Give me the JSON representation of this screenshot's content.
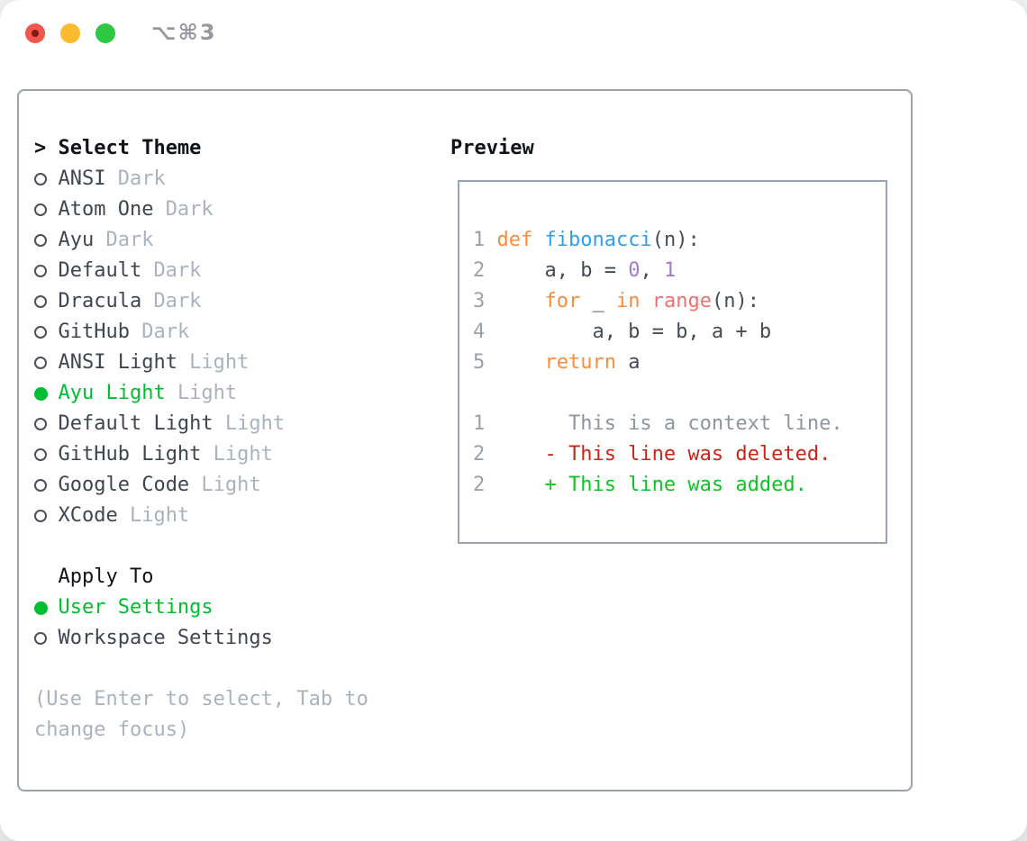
{
  "window": {
    "title": "⌥⌘3",
    "traffic_lights": [
      {
        "name": "close",
        "color": "#f4564e",
        "has_dot": true
      },
      {
        "name": "minimize",
        "color": "#fcbb2e",
        "has_dot": false
      },
      {
        "name": "zoom",
        "color": "#2fc842",
        "has_dot": false
      }
    ]
  },
  "theme_panel": {
    "prompt": ">",
    "header": "Select Theme",
    "themes": [
      {
        "name": "ANSI",
        "tag": "Dark",
        "selected": false
      },
      {
        "name": "Atom One",
        "tag": "Dark",
        "selected": false
      },
      {
        "name": "Ayu",
        "tag": "Dark",
        "selected": false
      },
      {
        "name": "Default",
        "tag": "Dark",
        "selected": false
      },
      {
        "name": "Dracula",
        "tag": "Dark",
        "selected": false
      },
      {
        "name": "GitHub",
        "tag": "Dark",
        "selected": false
      },
      {
        "name": "ANSI Light",
        "tag": "Light",
        "selected": false
      },
      {
        "name": "Ayu Light",
        "tag": "Light",
        "selected": true
      },
      {
        "name": "Default Light",
        "tag": "Light",
        "selected": false
      },
      {
        "name": "GitHub Light",
        "tag": "Light",
        "selected": false
      },
      {
        "name": "Google Code",
        "tag": "Light",
        "selected": false
      },
      {
        "name": "XCode",
        "tag": "Light",
        "selected": false
      }
    ],
    "apply": {
      "header": "Apply To",
      "options": [
        {
          "label": "User Settings",
          "selected": true
        },
        {
          "label": "Workspace Settings",
          "selected": false
        }
      ]
    },
    "hint_lines": [
      "(Use Enter to select, Tab to",
      "change focus)"
    ]
  },
  "preview": {
    "header": "Preview",
    "lines": [
      {
        "kind": "code",
        "num": "1",
        "segments": [
          [
            "def",
            "kw"
          ],
          [
            " ",
            "plain"
          ],
          [
            "fibonacci",
            "fn"
          ],
          [
            "(n):",
            "plain"
          ]
        ]
      },
      {
        "kind": "code",
        "num": "2",
        "segments": [
          [
            "    a, b = ",
            "plain"
          ],
          [
            "0",
            "num"
          ],
          [
            ", ",
            "plain"
          ],
          [
            "1",
            "num"
          ]
        ]
      },
      {
        "kind": "code",
        "num": "3",
        "segments": [
          [
            "    ",
            "plain"
          ],
          [
            "for",
            "kw"
          ],
          [
            " _ ",
            "plain"
          ],
          [
            "in",
            "kw"
          ],
          [
            " ",
            "plain"
          ],
          [
            "range",
            "call"
          ],
          [
            "(n):",
            "plain"
          ]
        ]
      },
      {
        "kind": "code",
        "num": "4",
        "segments": [
          [
            "        a, b = b, a + b",
            "plain"
          ]
        ]
      },
      {
        "kind": "code",
        "num": "5",
        "segments": [
          [
            "    ",
            "plain"
          ],
          [
            "return",
            "kw"
          ],
          [
            " a",
            "plain"
          ]
        ]
      },
      {
        "kind": "blank",
        "num": "",
        "segments": []
      },
      {
        "kind": "context",
        "num": "1",
        "segments": [
          [
            "      This is a context line.",
            "ctx"
          ]
        ]
      },
      {
        "kind": "deleted",
        "num": "2",
        "segments": [
          [
            "    ",
            "plain"
          ],
          [
            "- This line was deleted.",
            "del"
          ]
        ]
      },
      {
        "kind": "added",
        "num": "2",
        "segments": [
          [
            "    ",
            "plain"
          ],
          [
            "+ This line was added.",
            "add"
          ]
        ]
      }
    ]
  },
  "colors": {
    "accent_green": "#00bd32",
    "header_text": "#101317",
    "item_text": "#3f4550",
    "muted": "#aab2be",
    "radio_ring": "#4a515c",
    "panel_border": "#9aa3b0",
    "title_text": "#95999f",
    "traffic_red_dot": "#7b1d16",
    "lineno": "#9aa1ac",
    "code_plain": "#464c55",
    "code_keyword": "#f98c3d",
    "code_function": "#2da0ea",
    "code_number": "#a37acc",
    "code_call": "#f17070",
    "diff_context": "#8e959e",
    "diff_deleted": "#c5271b",
    "diff_added": "#0fc325"
  }
}
